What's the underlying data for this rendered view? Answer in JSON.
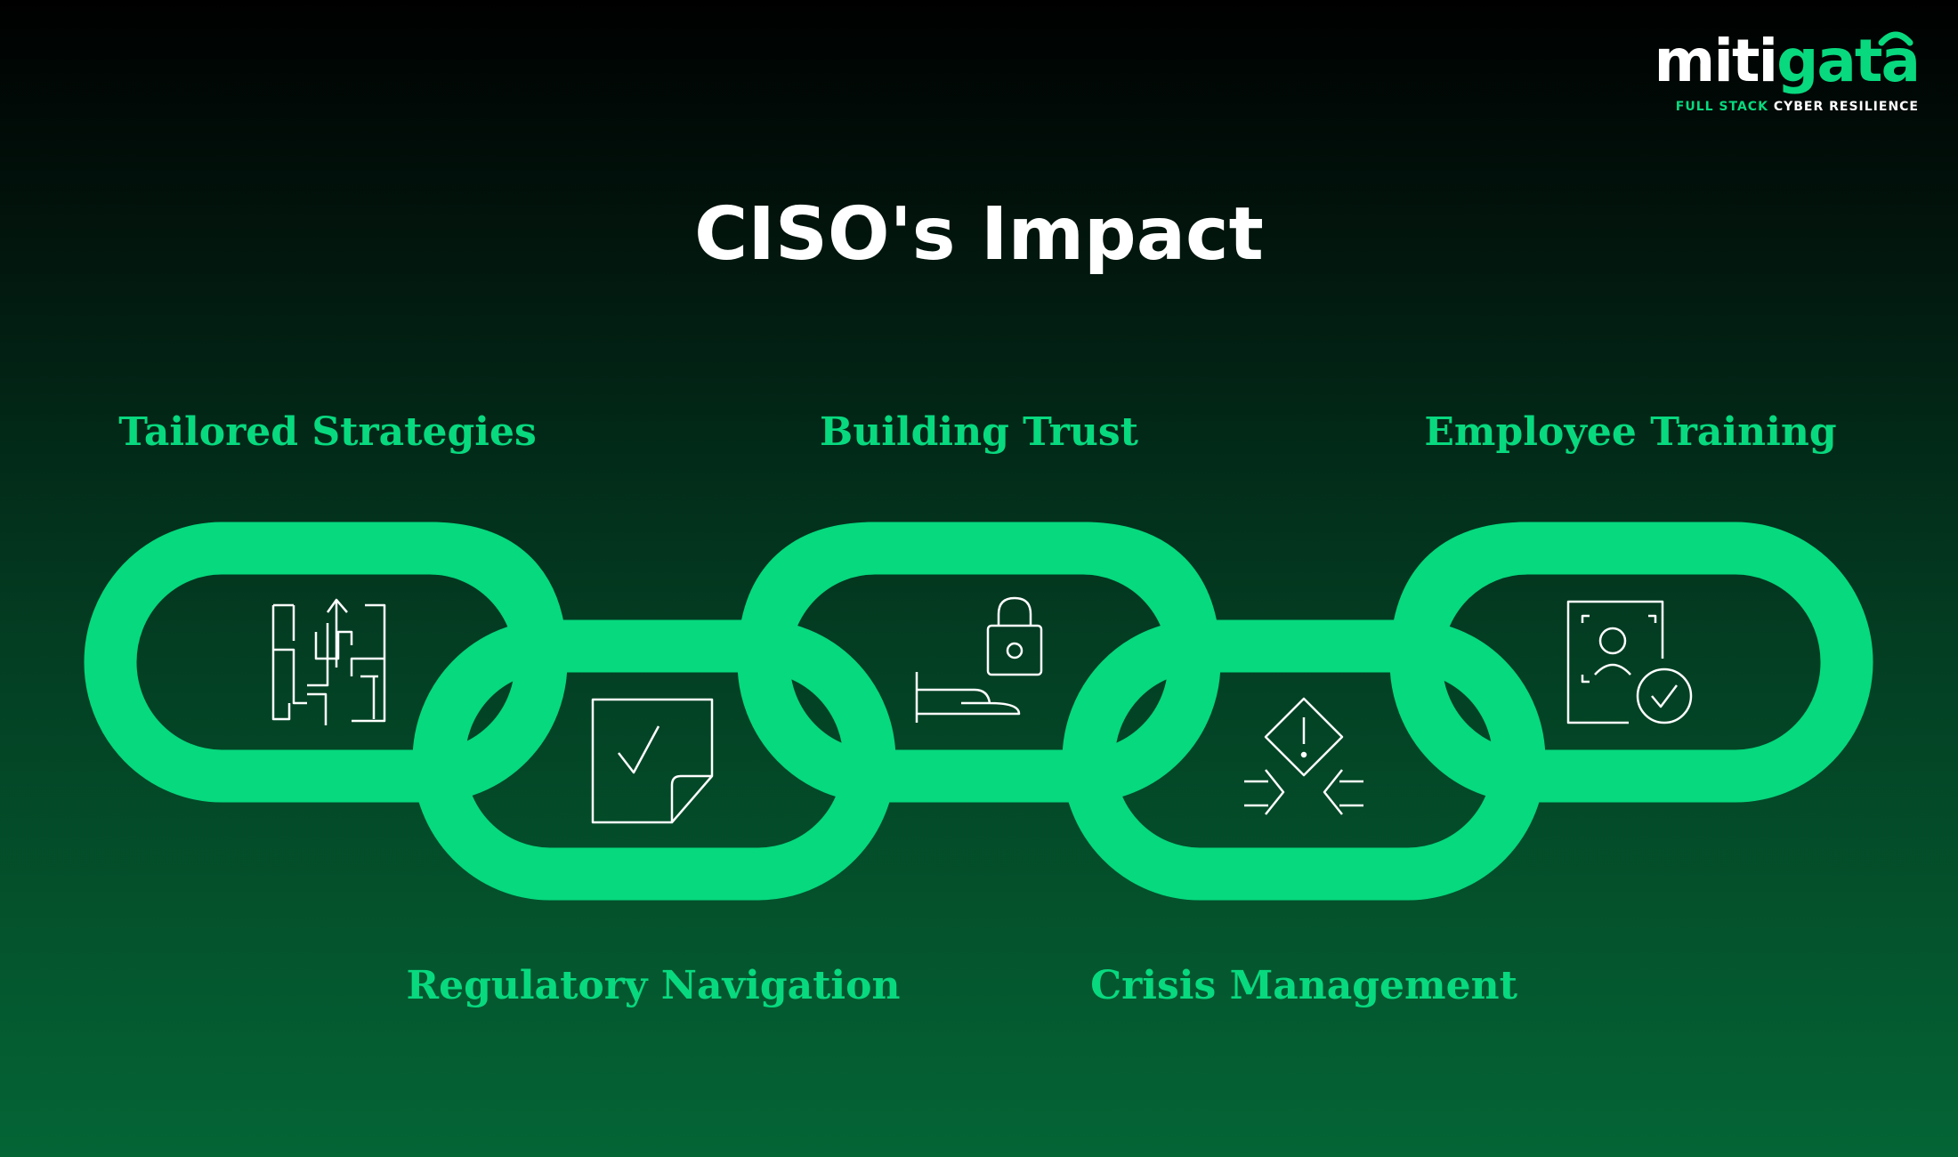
{
  "logo": {
    "text_white": "miti",
    "text_green": "gata",
    "tagline_green": "FULL STACK",
    "tagline_white": "CYBER RESILIENCE"
  },
  "title": "CISO's Impact",
  "items": [
    {
      "label": "Tailored Strategies",
      "icon": "maze-icon"
    },
    {
      "label": "Regulatory Navigation",
      "icon": "document-check-icon"
    },
    {
      "label": "Building Trust",
      "icon": "hand-lock-icon"
    },
    {
      "label": "Crisis Management",
      "icon": "warning-arrows-icon"
    },
    {
      "label": "Employee Training",
      "icon": "id-badge-check-icon"
    }
  ],
  "colors": {
    "accent": "#08d97f",
    "background_top": "#000000",
    "background_bottom": "#046535"
  }
}
